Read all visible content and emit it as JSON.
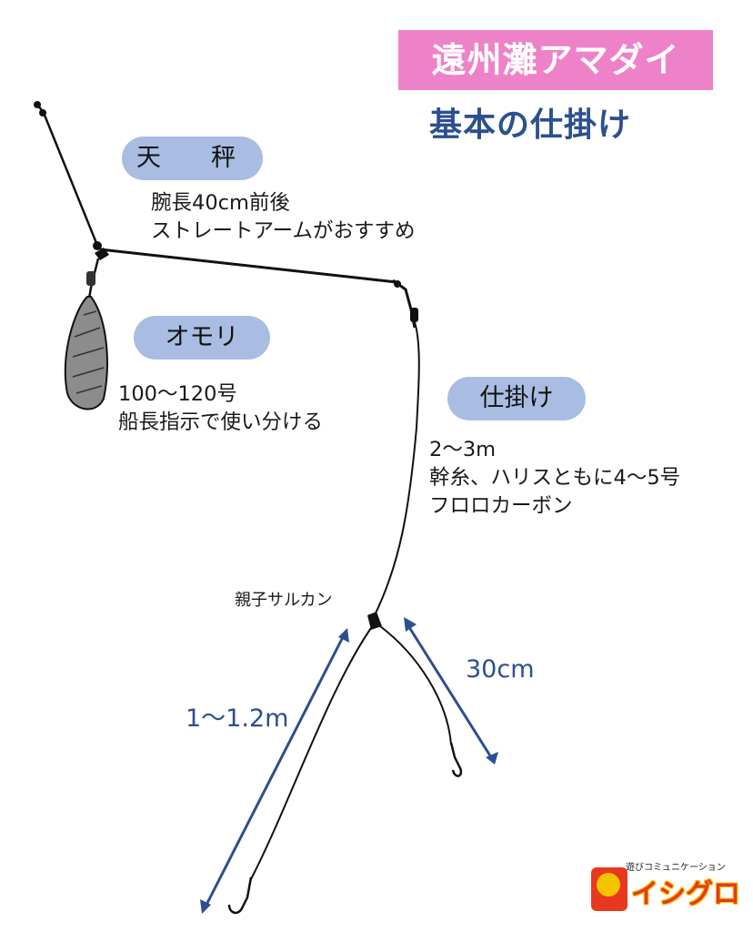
{
  "header": {
    "title": "遠州灘アマダイ",
    "subtitle": "基本の仕掛け"
  },
  "sections": {
    "tenbin": {
      "label": "天　秤",
      "lines": [
        "腕長40cm前後",
        "ストレートアームがおすすめ"
      ]
    },
    "omori": {
      "label": "オモリ",
      "lines": [
        "100〜120号",
        "船長指示で使い分ける"
      ]
    },
    "shikake": {
      "label": "仕掛け",
      "lines": [
        "2〜3m",
        "幹糸、ハリスともに4〜5号",
        "フロロカーボン"
      ]
    }
  },
  "annotations": {
    "swivel": "親子サルカン",
    "short_branch": "30cm",
    "long_branch": "1〜1.2m"
  },
  "logo": {
    "tagline": "遊びコミュニケーション",
    "name": "イシグロ"
  },
  "colors": {
    "title_bg": "#ee82c9",
    "accent_blue": "#2c4f8f",
    "pill_bg": "#a9bde2",
    "logo_red": "#e8381f",
    "logo_yellow": "#f5c400"
  }
}
